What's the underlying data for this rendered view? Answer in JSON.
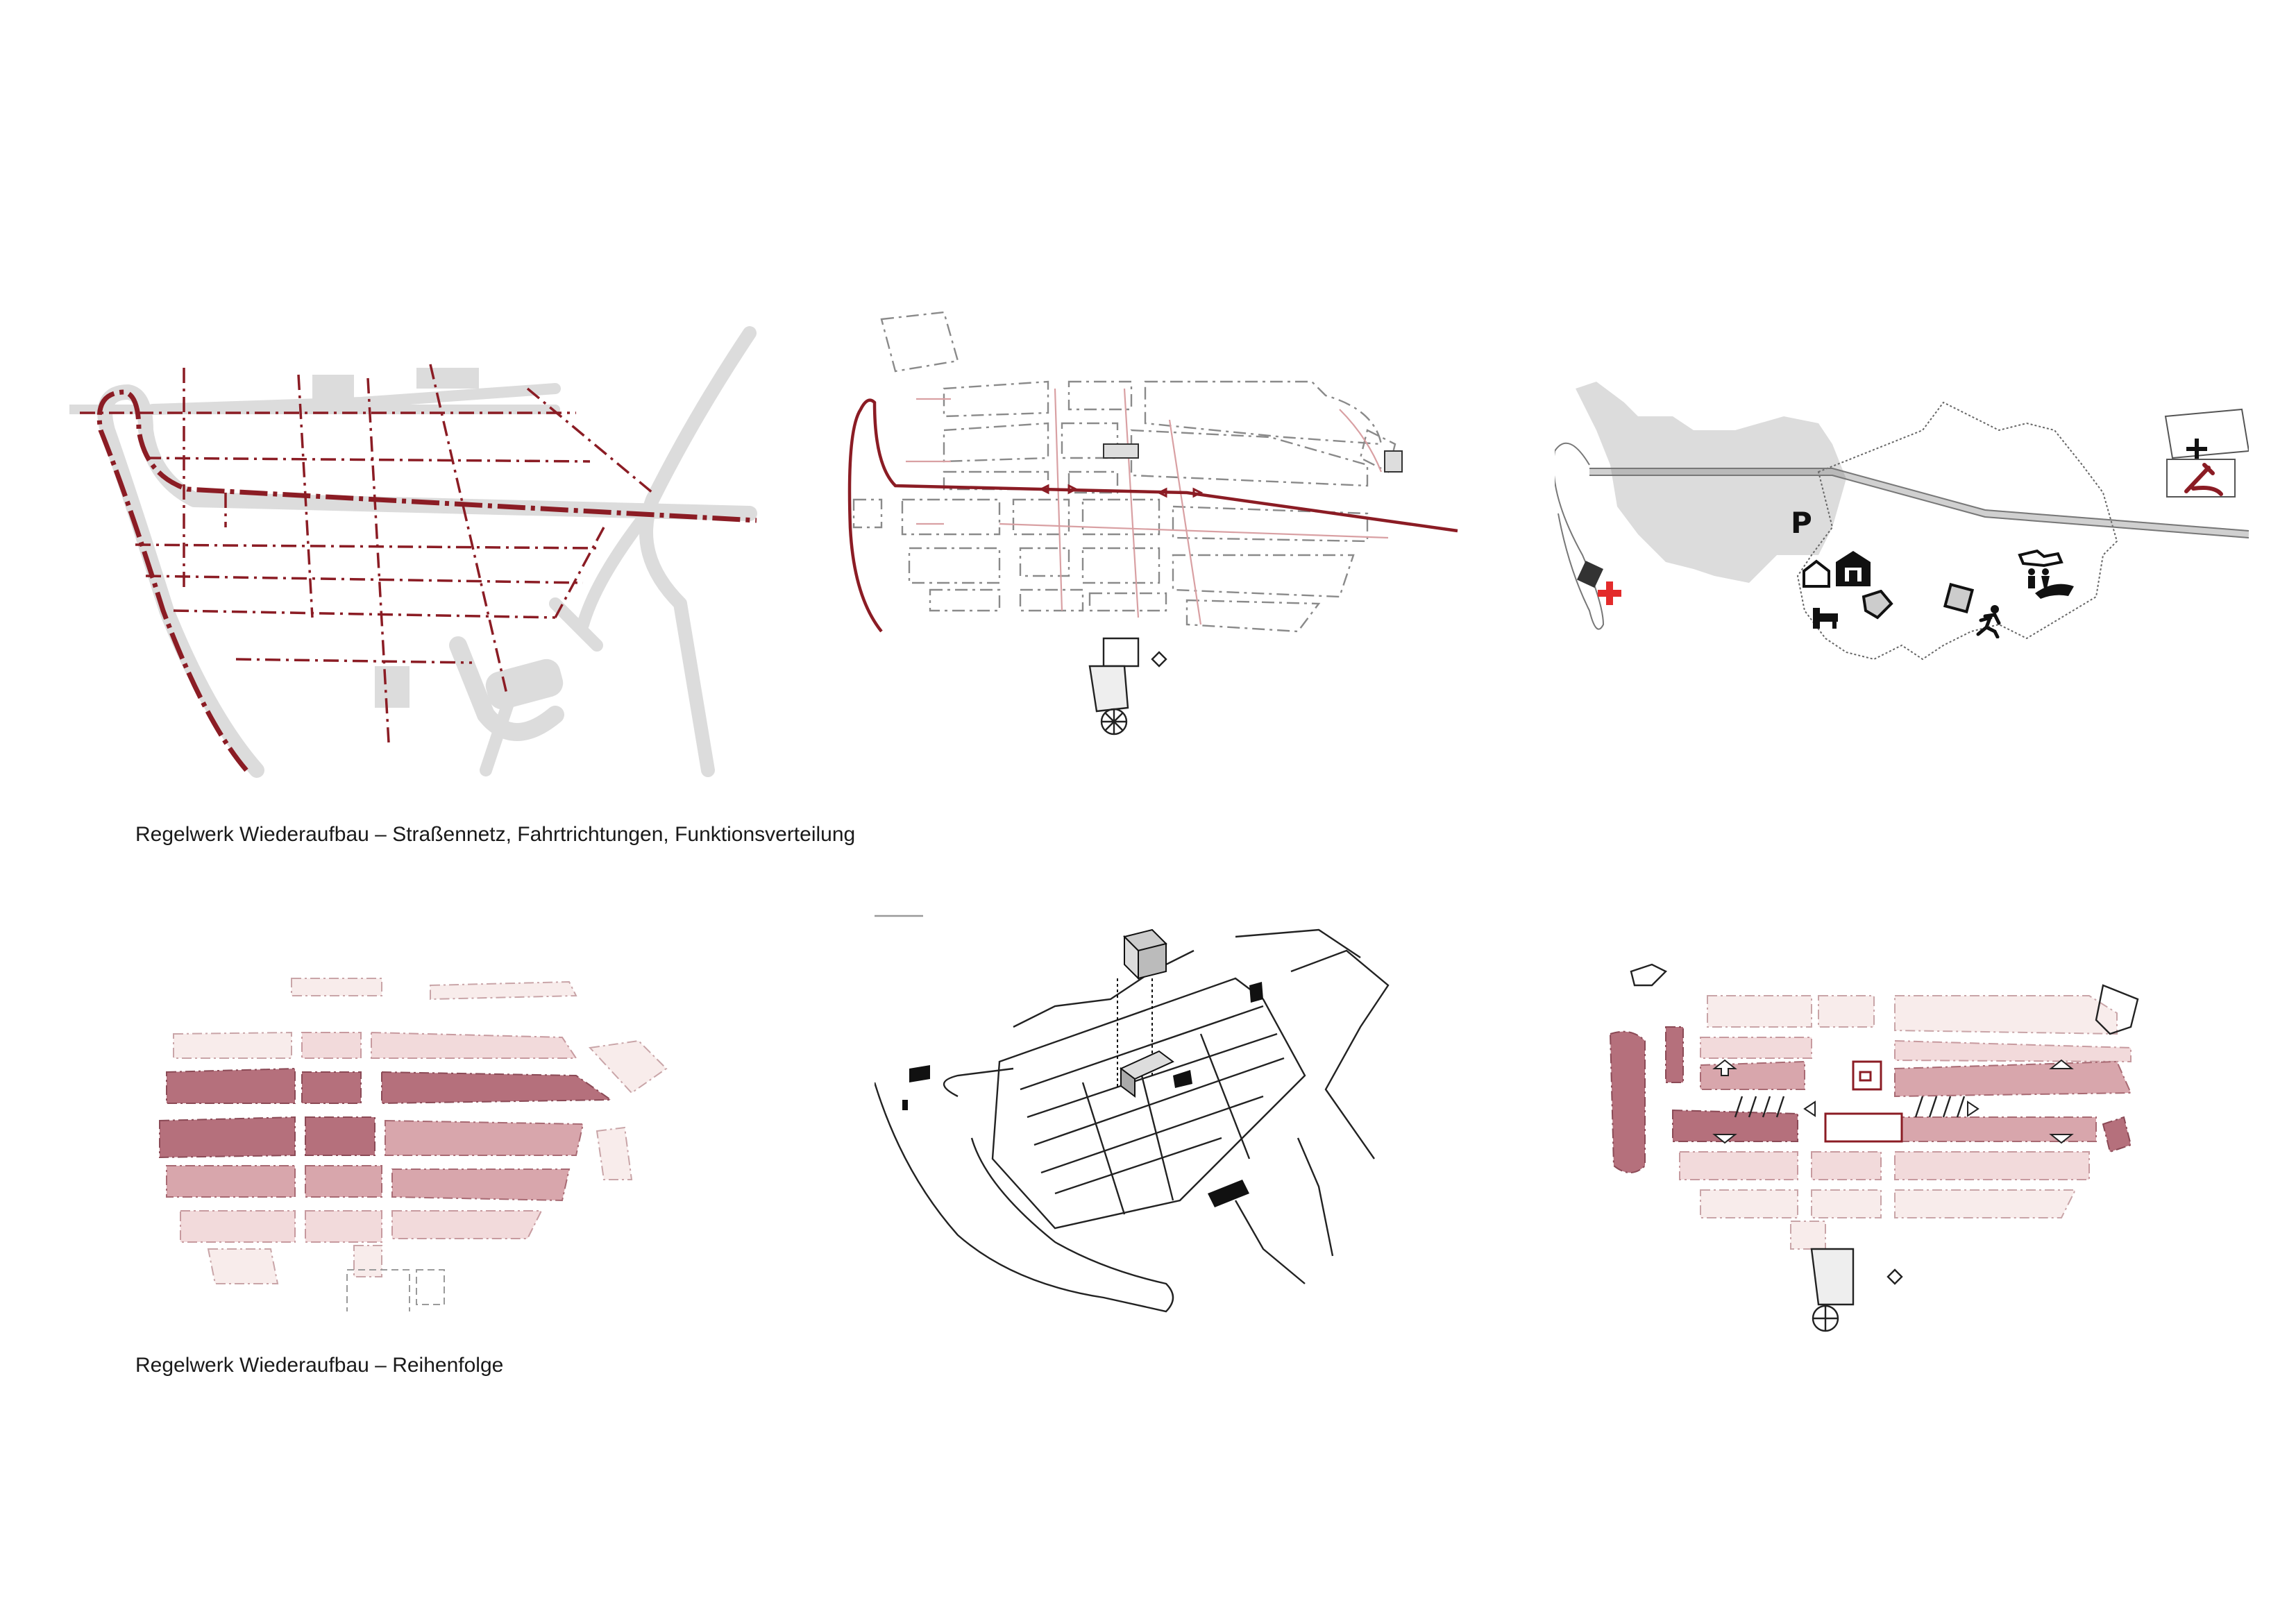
{
  "captions": {
    "row1": "Regelwerk Wiederaufbau – Straßennetz, Fahrtrichtungen, Funktionsverteilung",
    "row2": "Regelwerk Wiederaufbau – Reihenfolge"
  },
  "panels": {
    "street_network": {
      "name": "Straßennetz"
    },
    "driving_directions": {
      "name": "Fahrtrichtungen"
    },
    "function_distribution": {
      "name": "Funktionsverteilung",
      "parking_label": "P"
    },
    "sequence_hatched": {
      "name": "Reihenfolge"
    },
    "axonometric": {
      "name": "Axonometrie"
    },
    "sequence_detail": {
      "name": "Reihenfolge Detail"
    }
  },
  "colors": {
    "accent_red": "#8b1c24",
    "grey_road": "#dcdcdc",
    "hatch_dark": "#b5707c",
    "hatch_mid": "#d8a6ac",
    "hatch_light": "#f2dadb",
    "cross_red": "#e32b2b"
  },
  "icons": [
    "cross-icon",
    "church-icon",
    "house-icon",
    "bed-icon",
    "restroom-icon",
    "runner-icon",
    "hiker-icon",
    "hospital-cross-icon",
    "parking-icon"
  ]
}
